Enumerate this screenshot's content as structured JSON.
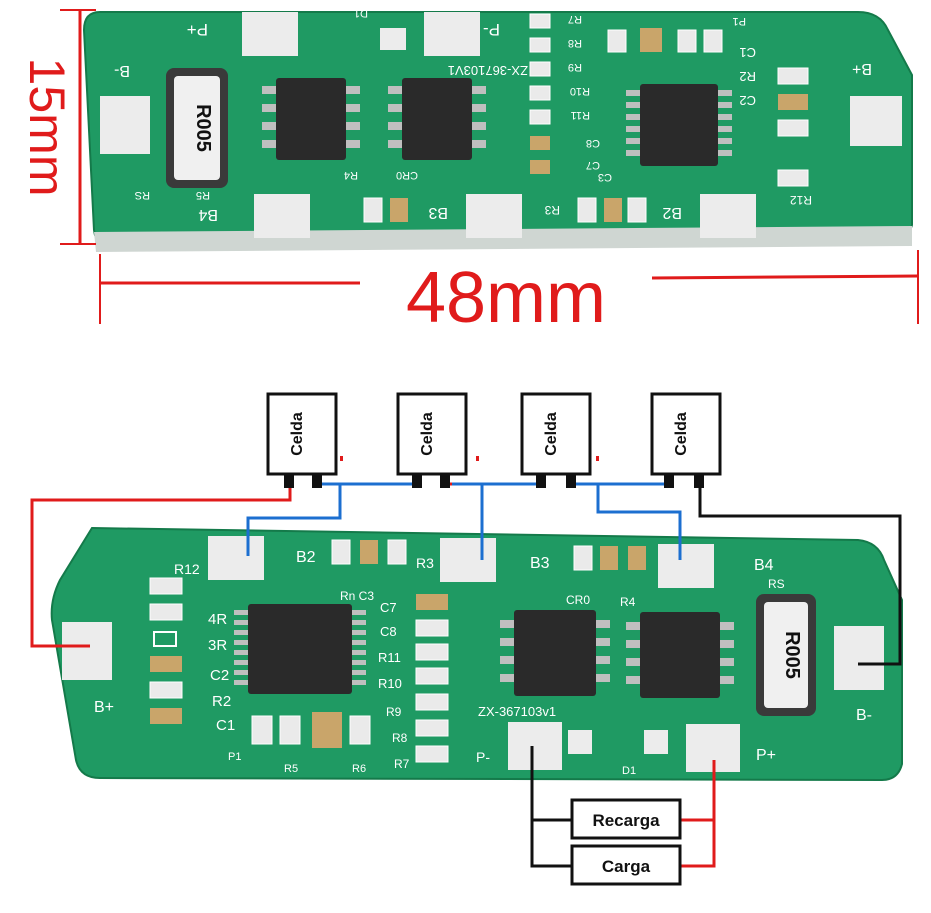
{
  "dimensions": {
    "width_label": "48mm",
    "height_label": "15mm",
    "color": "#e01b1b"
  },
  "top_board": {
    "labels": {
      "p_plus": "P+",
      "p_minus": "P-",
      "b_minus": "B-",
      "b_plus": "B+",
      "b2": "B2",
      "b3": "B3",
      "b4": "B4",
      "cr0": "CR0",
      "r4": "R4",
      "r5": "R5",
      "r3": "R3",
      "r12": "R12",
      "c3": "C3",
      "c7": "C7",
      "c8": "C8",
      "c1": "C1",
      "c2": "C2",
      "r2": "R2",
      "r7": "R7",
      "r8": "R8",
      "r9": "R9",
      "r10": "R10",
      "r11": "R11",
      "p1": "P1",
      "d1": "D1",
      "rs": "RS",
      "r005": "R005",
      "model": "ZX-367103V1"
    }
  },
  "bottom_board": {
    "labels": {
      "b_plus": "B+",
      "b_minus": "B-",
      "b2": "B2",
      "b3": "B3",
      "b4": "B4",
      "r12": "R12",
      "r3": "R3",
      "r4": "R4",
      "rs": "RS",
      "r005": "R005",
      "cr0": "CR0",
      "rn_c3": "Rn C3",
      "c7": "C7",
      "c8": "C8",
      "r11": "R11",
      "r10": "R10",
      "r9": "R9",
      "r8": "R8",
      "r7": "R7",
      "r_4r": "4R",
      "r_3r": "3R",
      "c2": "C2",
      "r2": "R2",
      "c1": "C1",
      "p1": "P1",
      "r5": "R5",
      "r6": "R6",
      "p_minus": "P-",
      "p_plus": "P+",
      "d1": "D1",
      "model": "ZX-367103v1"
    }
  },
  "cells": [
    {
      "label": "Celda"
    },
    {
      "label": "Celda"
    },
    {
      "label": "Celda"
    },
    {
      "label": "Celda"
    }
  ],
  "loads": [
    {
      "label": "Recarga"
    },
    {
      "label": "Carga"
    }
  ],
  "colors": {
    "pcb": "#1f9a63",
    "pcb_dark": "#147a4a",
    "pad": "#ececec",
    "chip": "#2a2a2a",
    "wire_red": "#e01b1b",
    "wire_blue": "#1c6fd0",
    "wire_black": "#111111"
  }
}
